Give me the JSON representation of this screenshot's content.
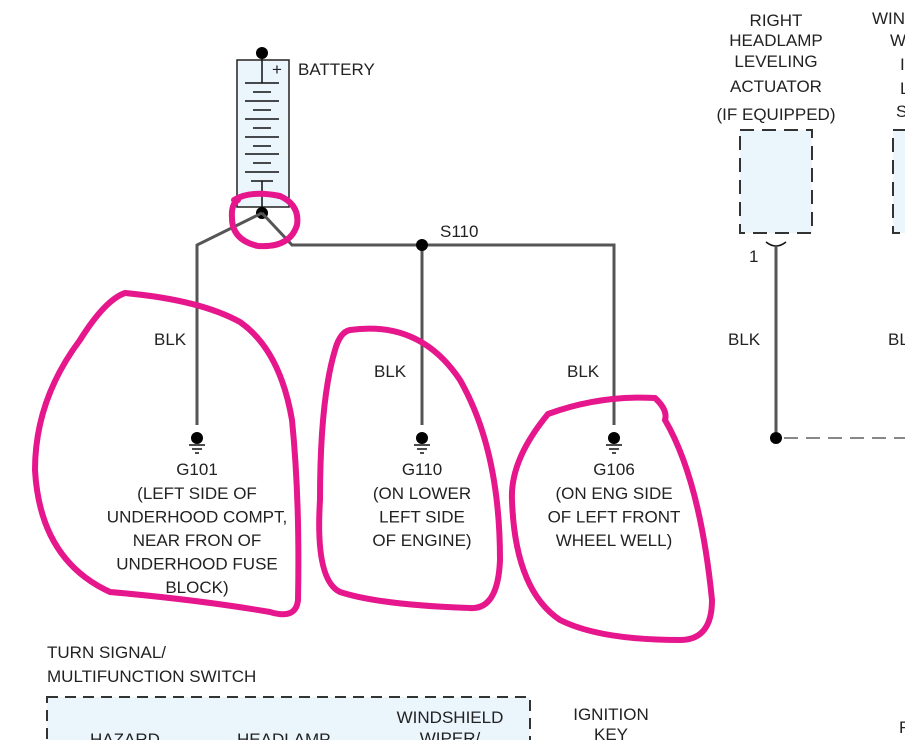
{
  "battery": {
    "label": "BATTERY",
    "plus": "+",
    "minus": "-"
  },
  "splice": {
    "label": "S110"
  },
  "wires": {
    "blk1": "BLK",
    "blk2": "BLK",
    "blk3": "BLK",
    "blk4": "BLK",
    "blk5": "BL"
  },
  "grounds": [
    {
      "id": "G101",
      "lines": [
        "(LEFT SIDE OF",
        "UNDERHOOD COMPT,",
        "NEAR FRON OF",
        "UNDERHOOD FUSE",
        "BLOCK)"
      ]
    },
    {
      "id": "G110",
      "lines": [
        "(ON LOWER",
        "LEFT SIDE",
        "OF ENGINE)"
      ]
    },
    {
      "id": "G106",
      "lines": [
        "(ON ENG SIDE",
        "OF LEFT FRONT",
        "WHEEL WELL)"
      ]
    }
  ],
  "actuator": {
    "lines": [
      "RIGHT",
      "HEADLAMP",
      "LEVELING",
      "ACTUATOR",
      "(IF EQUIPPED)"
    ],
    "pin": "1"
  },
  "right_partial": {
    "lines": [
      "WIN",
      "W",
      "I",
      "L",
      "S"
    ],
    "bottom": "F"
  },
  "switch": {
    "title1": "TURN SIGNAL/",
    "title2": "MULTIFUNCTION SWITCH",
    "hazard": "HAZARD",
    "headlamp": "HEADLAMP",
    "wiper1": "WINDSHIELD",
    "wiper2": "WIPER/"
  },
  "ignition": {
    "l1": "IGNITION",
    "l2": "KEY"
  },
  "colors": {
    "annotation": "#e6168c",
    "wire": "#555555",
    "component_fill": "#eaf5fc"
  }
}
